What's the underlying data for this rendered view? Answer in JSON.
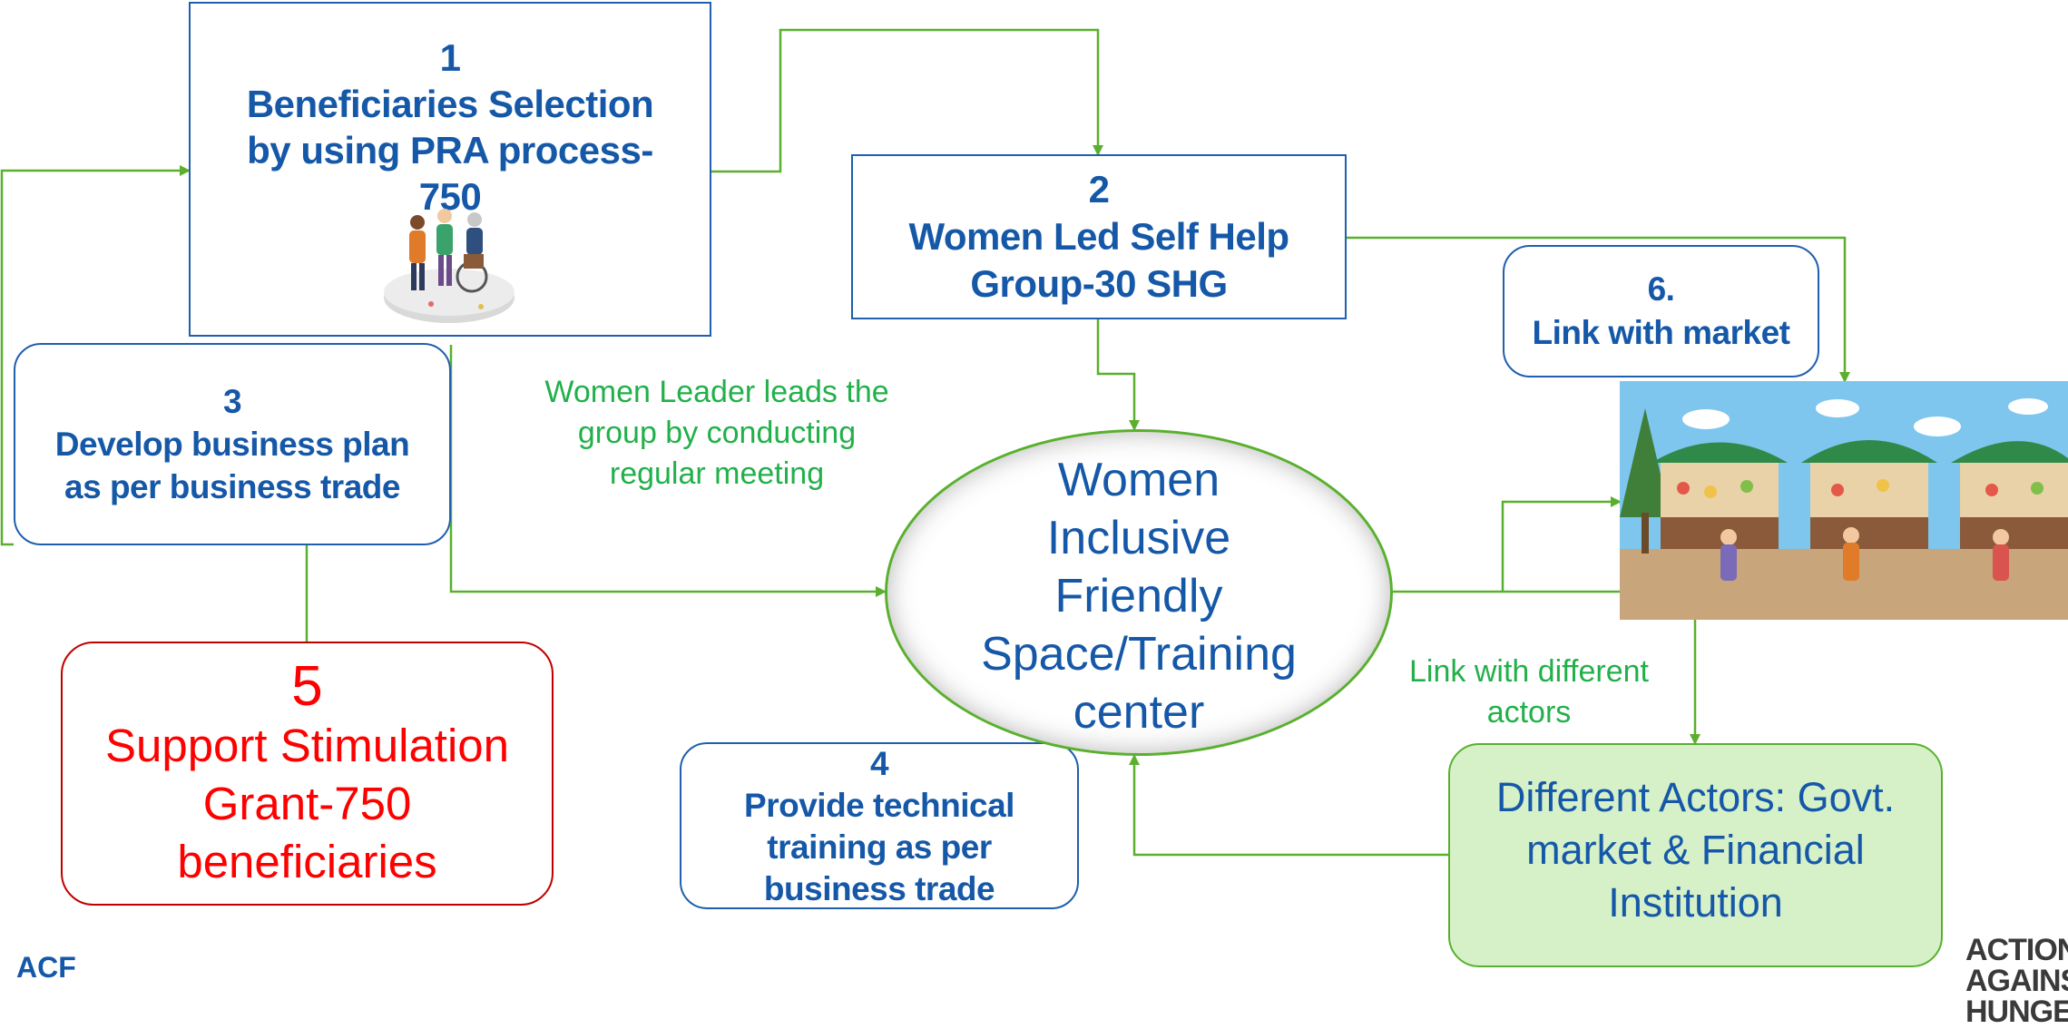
{
  "steps": {
    "s1": {
      "number": "1",
      "text": "Beneficiaries Selection by using PRA  process-750"
    },
    "s2": {
      "number": "2",
      "text": "Women Led Self Help Group-30 SHG"
    },
    "s3": {
      "number": "3",
      "text": "Develop business plan as per business trade"
    },
    "s4": {
      "number": "4",
      "text": "Provide technical training as per business trade"
    },
    "s5": {
      "number": "5",
      "text": "Support Stimulation Grant-750 beneficiaries"
    },
    "s6": {
      "number": "6.",
      "text": "Link with market"
    }
  },
  "center": {
    "text": "Women Inclusive Friendly Space/Training center"
  },
  "actors": {
    "text": "Different Actors: Govt. market & Financial Institution"
  },
  "notes": {
    "leader": "Women Leader leads the group by conducting regular meeting",
    "link_actors": "Link with different actors"
  },
  "logos": {
    "left": "ACF",
    "right": "ACTION AGAINST HUNGER"
  },
  "colors": {
    "blue": "#1558a8",
    "green": "#5ab02e",
    "green_text": "#22b04b",
    "red": "#ff0000",
    "actors_fill": "#d6f0c8"
  }
}
